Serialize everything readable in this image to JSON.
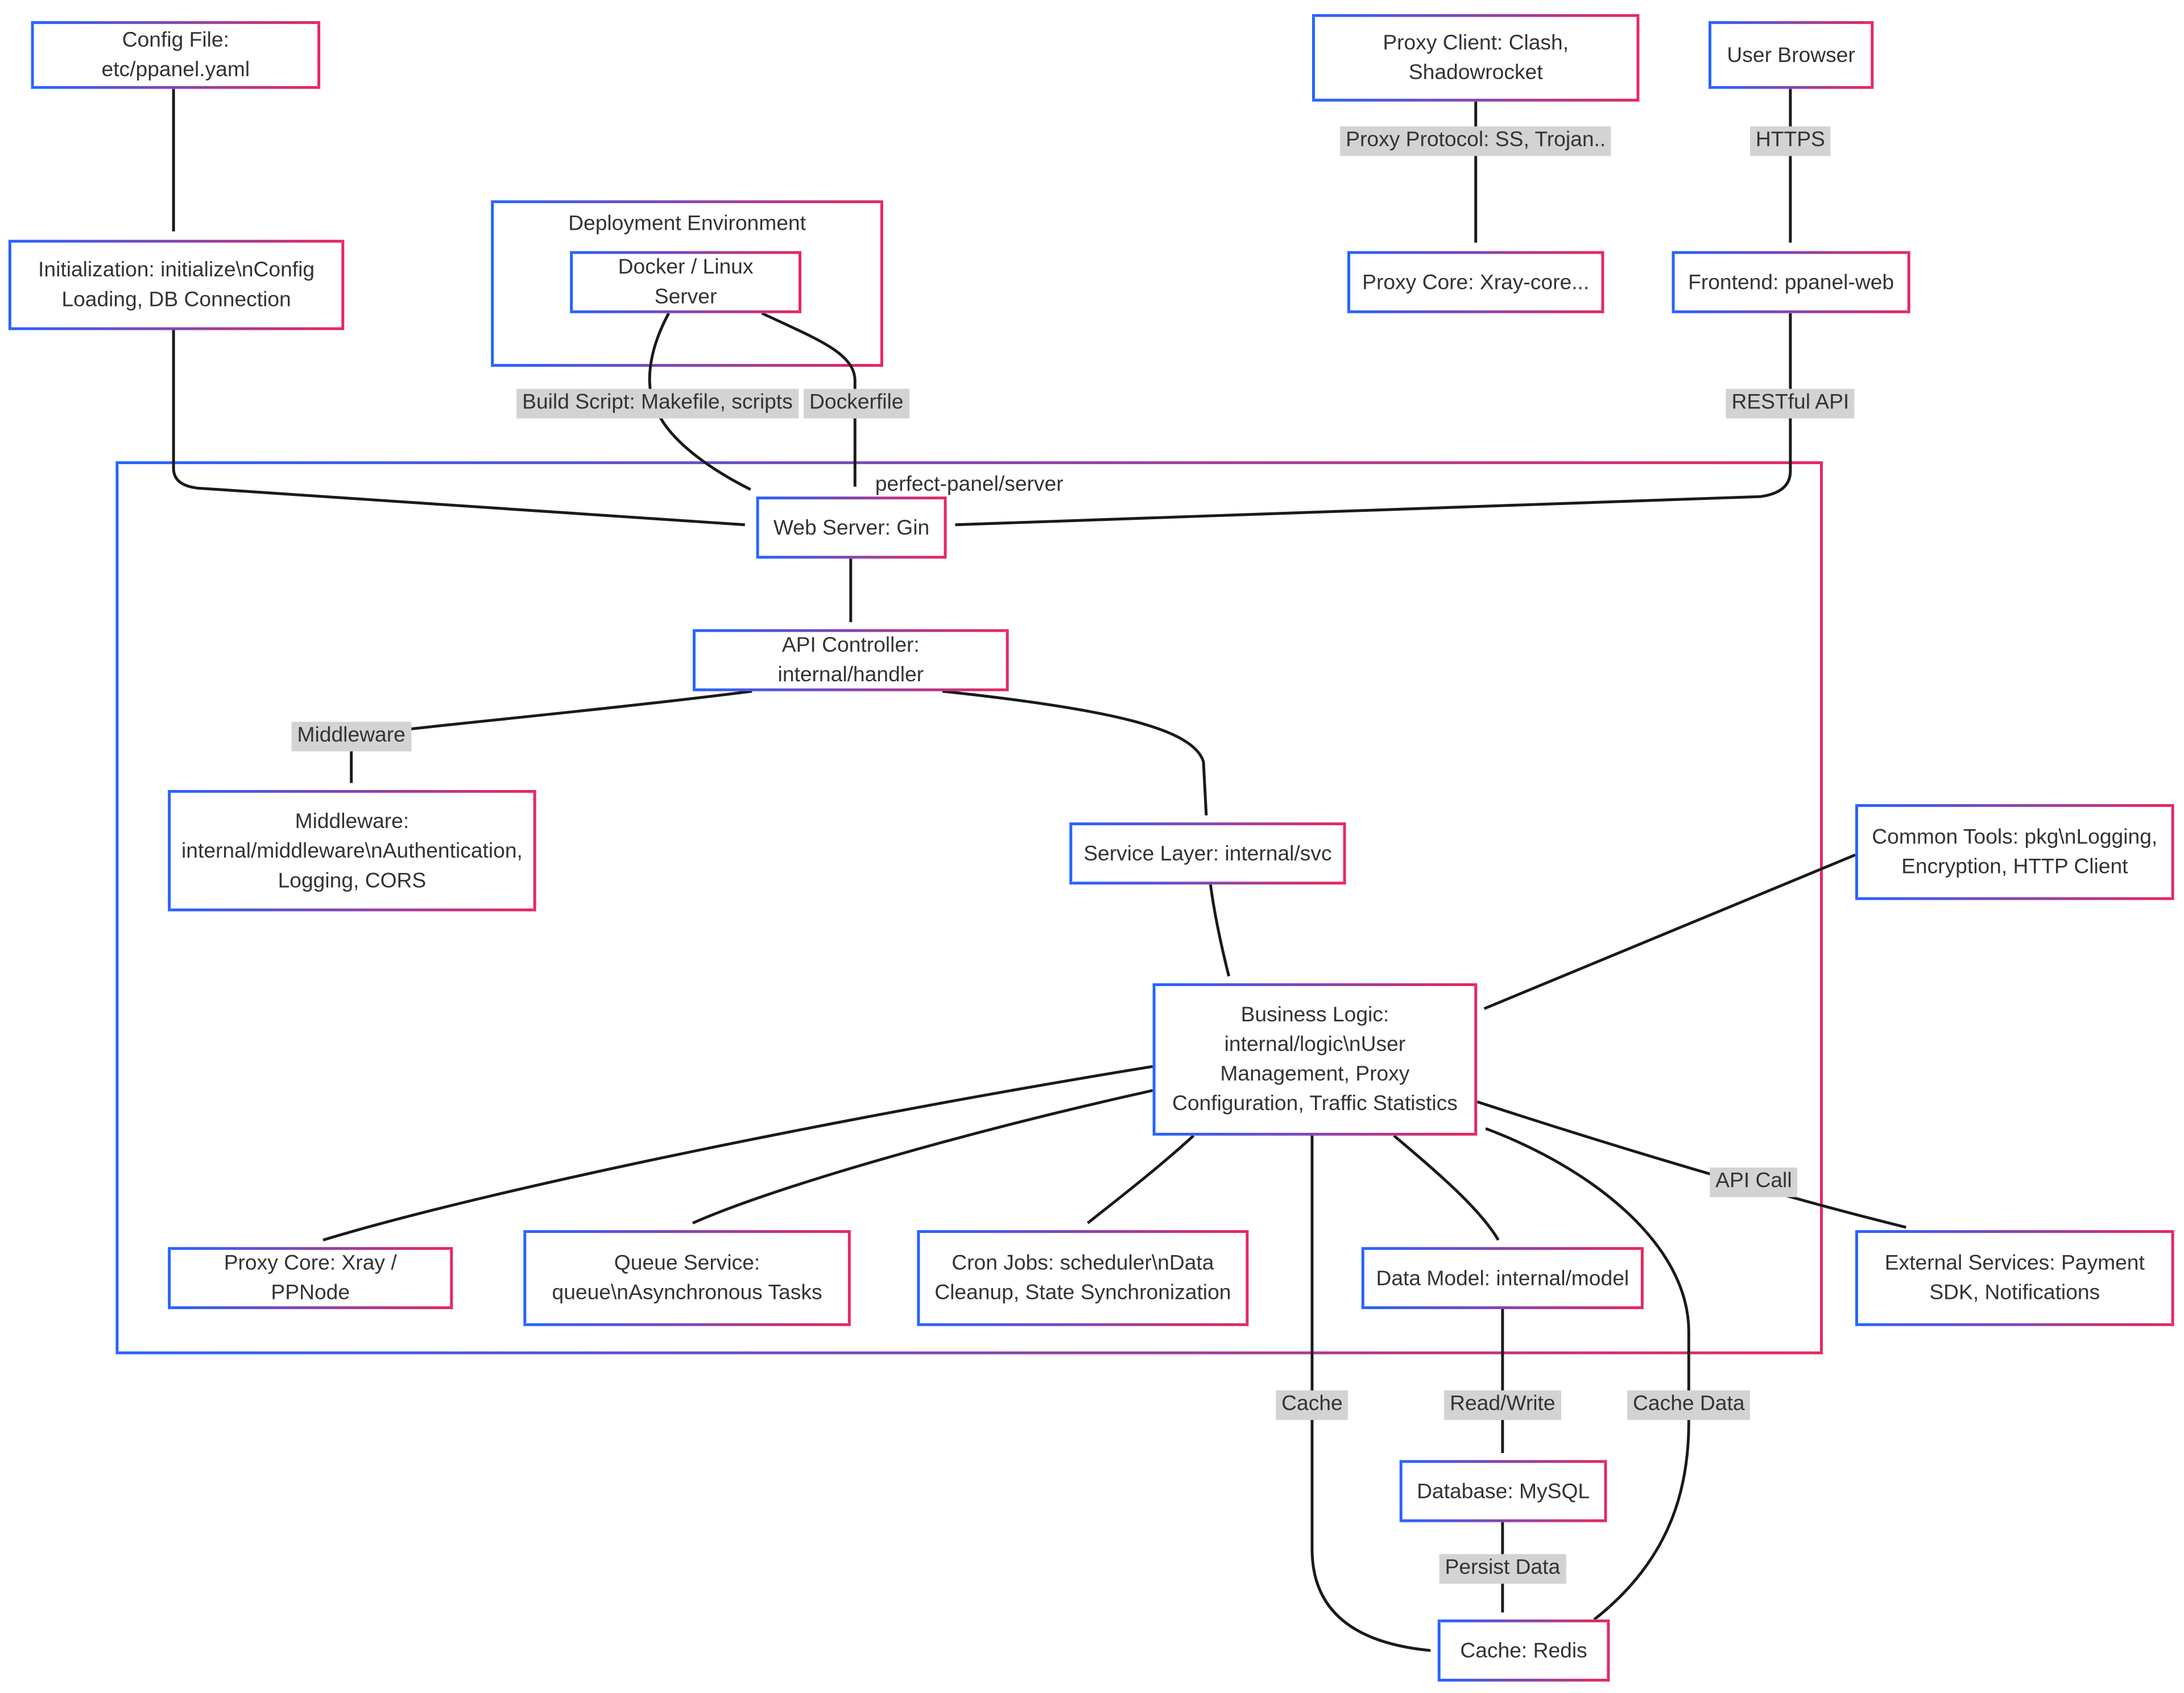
{
  "containers": {
    "deployment": {
      "label": "Deployment Environment"
    },
    "server": {
      "label": "perfect-panel/server"
    }
  },
  "nodes": {
    "config_file": {
      "label": "Config File: etc/ppanel.yaml"
    },
    "initialization": {
      "label": "Initialization: initialize\\nConfig Loading, DB Connection"
    },
    "docker": {
      "label": "Docker / Linux Server"
    },
    "proxy_client": {
      "label": "Proxy Client: Clash, Shadowrocket"
    },
    "proxy_core_xray": {
      "label": "Proxy Core: Xray-core..."
    },
    "user_browser": {
      "label": "User Browser"
    },
    "frontend": {
      "label": "Frontend: ppanel-web"
    },
    "web_server": {
      "label": "Web Server: Gin"
    },
    "api_controller": {
      "label": "API Controller: internal/handler"
    },
    "middleware": {
      "label": "Middleware: internal/middleware\\nAuthentication, Logging, CORS"
    },
    "service_layer": {
      "label": "Service Layer: internal/svc"
    },
    "common_tools": {
      "label": "Common Tools: pkg\\nLogging, Encryption, HTTP Client"
    },
    "business_logic": {
      "label": "Business Logic: internal/logic\\nUser Management, Proxy Configuration, Traffic Statistics"
    },
    "proxy_core_node": {
      "label": "Proxy Core: Xray / PPNode"
    },
    "queue_service": {
      "label": "Queue Service: queue\\nAsynchronous Tasks"
    },
    "cron_jobs": {
      "label": "Cron Jobs: scheduler\\nData Cleanup, State Synchronization"
    },
    "data_model": {
      "label": "Data Model: internal/model"
    },
    "external_services": {
      "label": "External Services: Payment SDK, Notifications"
    },
    "database": {
      "label": "Database: MySQL"
    },
    "cache": {
      "label": "Cache: Redis"
    }
  },
  "edge_labels": {
    "build_script": "Build Script: Makefile, scripts",
    "dockerfile": "Dockerfile",
    "proxy_protocol": "Proxy Protocol: SS, Trojan..",
    "https": "HTTPS",
    "restful_api": "RESTful API",
    "middleware": "Middleware",
    "api_call": "API Call",
    "cache": "Cache",
    "read_write": "Read/Write",
    "cache_data": "Cache Data",
    "persist_data": "Persist Data"
  },
  "edges": [
    {
      "from": "config_file",
      "to": "initialization",
      "label": ""
    },
    {
      "from": "initialization",
      "to": "web_server",
      "label": ""
    },
    {
      "from": "docker",
      "to": "web_server",
      "label": "Build Script: Makefile, scripts"
    },
    {
      "from": "docker",
      "to": "web_server",
      "label": "Dockerfile"
    },
    {
      "from": "proxy_client",
      "to": "proxy_core_xray",
      "label": "Proxy Protocol: SS, Trojan.."
    },
    {
      "from": "user_browser",
      "to": "frontend",
      "label": "HTTPS"
    },
    {
      "from": "frontend",
      "to": "web_server",
      "label": "RESTful API"
    },
    {
      "from": "web_server",
      "to": "api_controller",
      "label": ""
    },
    {
      "from": "api_controller",
      "to": "middleware",
      "label": "Middleware"
    },
    {
      "from": "api_controller",
      "to": "service_layer",
      "label": ""
    },
    {
      "from": "service_layer",
      "to": "business_logic",
      "label": ""
    },
    {
      "from": "common_tools",
      "to": "business_logic",
      "label": ""
    },
    {
      "from": "business_logic",
      "to": "proxy_core_node",
      "label": ""
    },
    {
      "from": "business_logic",
      "to": "queue_service",
      "label": ""
    },
    {
      "from": "business_logic",
      "to": "cron_jobs",
      "label": ""
    },
    {
      "from": "business_logic",
      "to": "data_model",
      "label": ""
    },
    {
      "from": "business_logic",
      "to": "external_services",
      "label": "API Call"
    },
    {
      "from": "business_logic",
      "to": "cache",
      "label": "Cache"
    },
    {
      "from": "data_model",
      "to": "database",
      "label": "Read/Write"
    },
    {
      "from": "database",
      "to": "cache",
      "label": "Persist Data"
    },
    {
      "from": "cache",
      "to": "business_logic",
      "label": "Cache Data"
    }
  ],
  "colors": {
    "border_gradient_start": "#2563ff",
    "border_gradient_end": "#e6275f",
    "edge_label_bg": "#d3d3d3",
    "text": "#333333",
    "arrow": "#1a1a1a",
    "node_fill": "#ffffff"
  }
}
